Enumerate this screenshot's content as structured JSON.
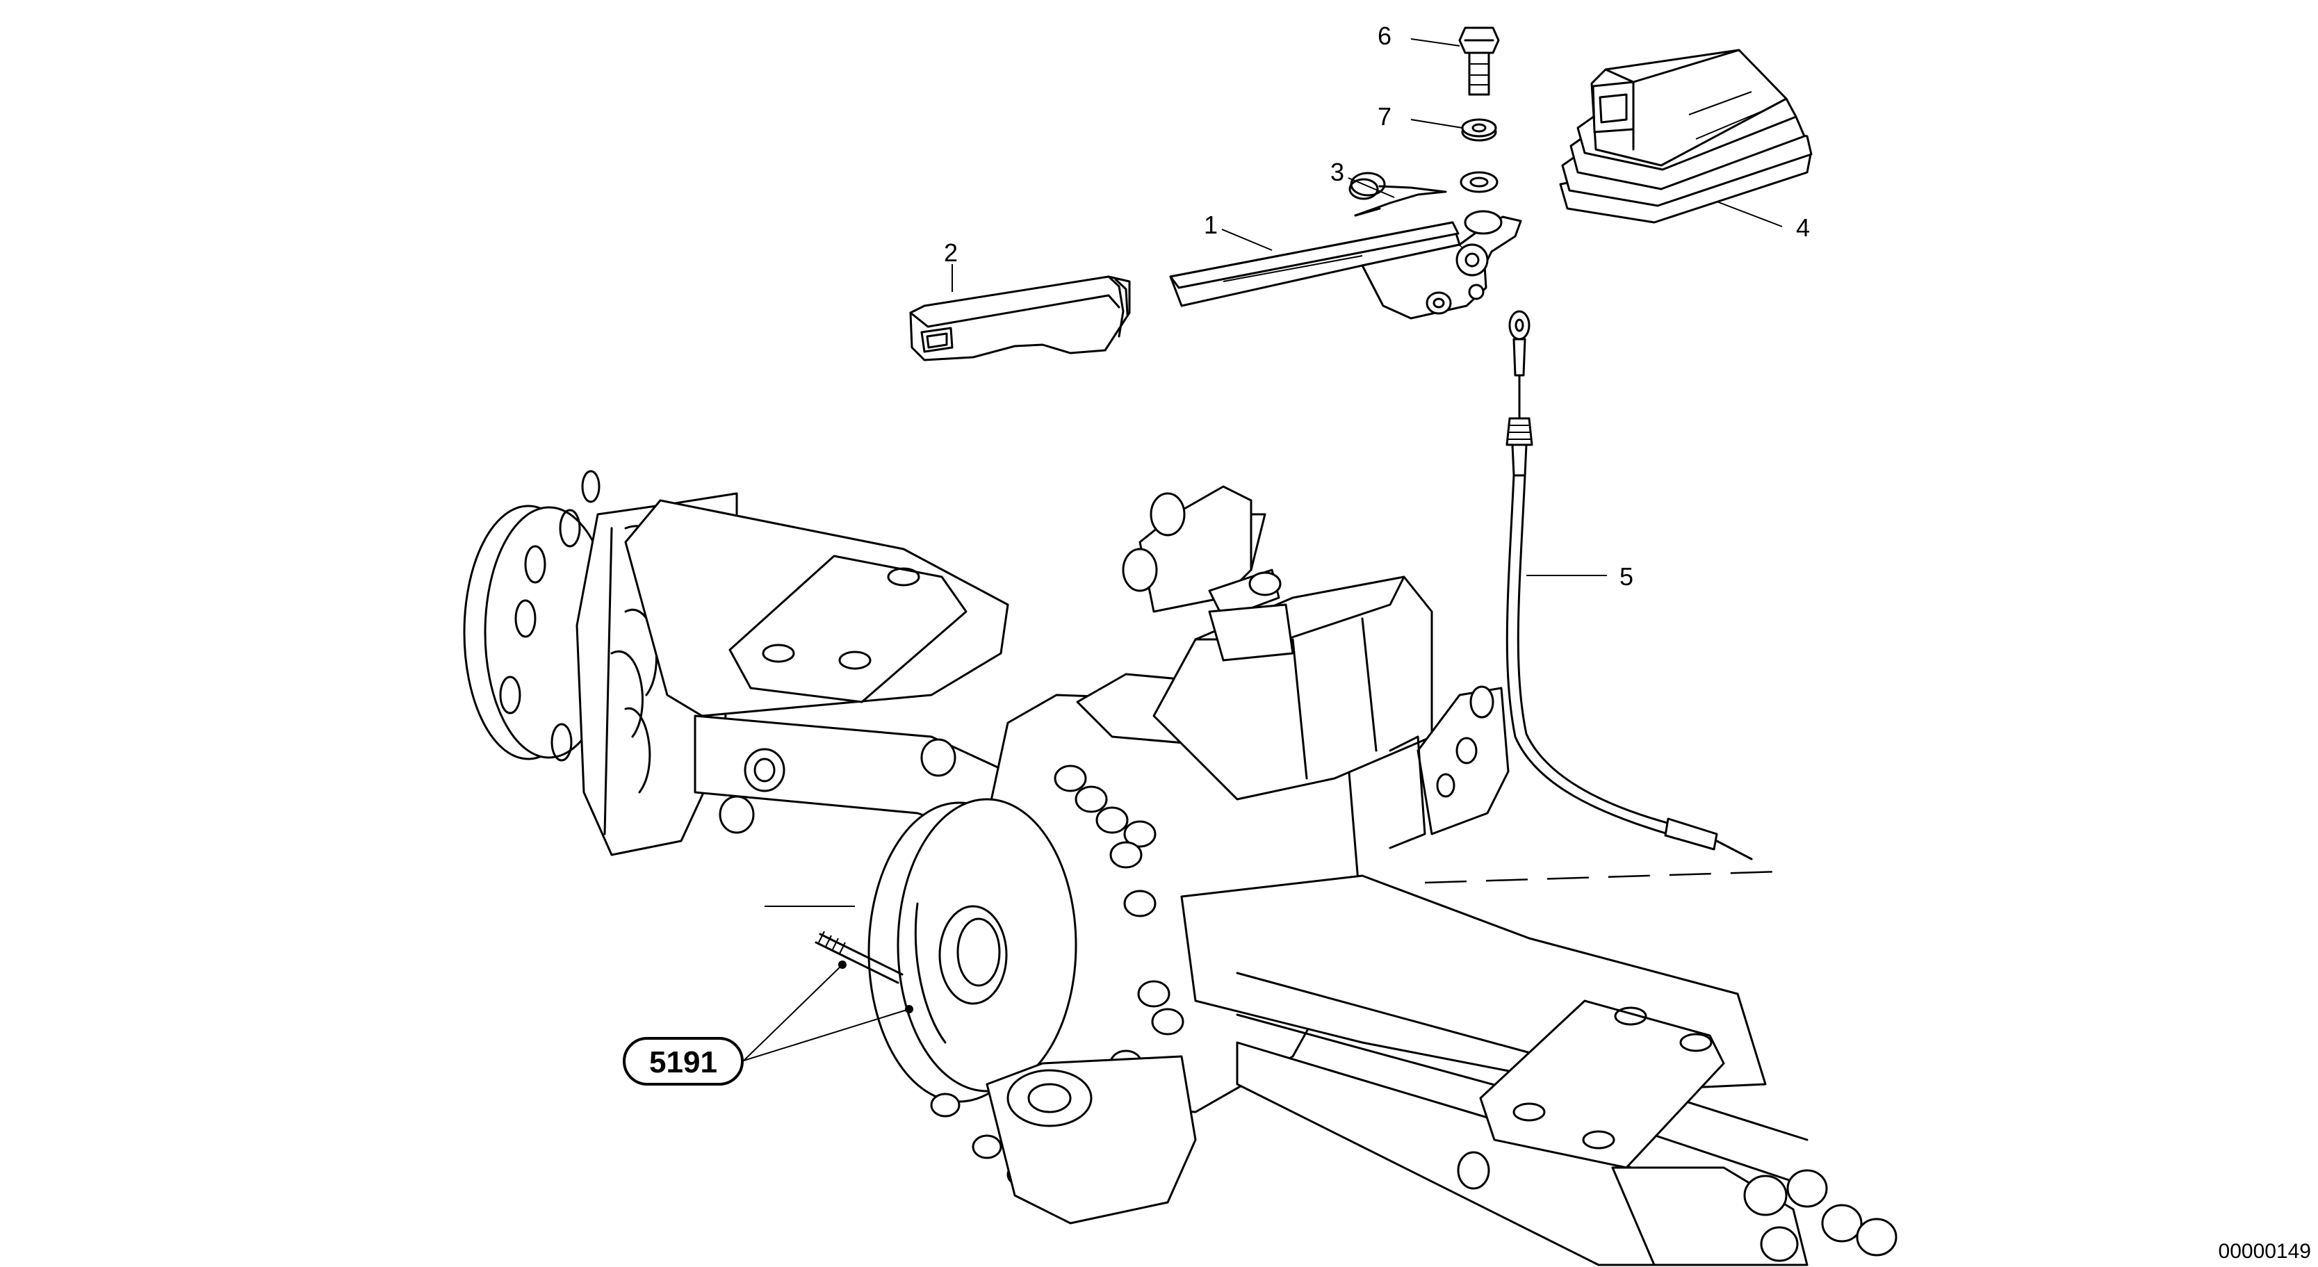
{
  "diagram": {
    "callouts": [
      {
        "id": "1",
        "label": "1"
      },
      {
        "id": "2",
        "label": "2"
      },
      {
        "id": "3",
        "label": "3"
      },
      {
        "id": "4",
        "label": "4"
      },
      {
        "id": "5",
        "label": "5"
      },
      {
        "id": "6",
        "label": "6"
      },
      {
        "id": "7",
        "label": "7"
      }
    ],
    "reference_box": "5191",
    "document_number": "00000149"
  }
}
